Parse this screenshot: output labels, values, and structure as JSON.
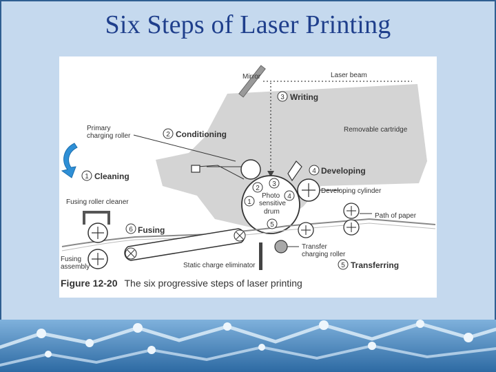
{
  "slide": {
    "title": "Six Steps of Laser Printing",
    "colors": {
      "panel": "#c5d9ee",
      "title": "#1f3f8c",
      "accent_arrow": "#2e8fd6",
      "bottom_band": "#3b76a8"
    }
  },
  "figure": {
    "label_number": "Figure 12-20",
    "caption": "The six progressive steps of laser printing",
    "labels": {
      "mirror": "Mirror",
      "laser_beam": "Laser beam",
      "writing": "Writing",
      "primary_charging_roller_1": "Primary",
      "primary_charging_roller_2": "charging roller",
      "conditioning": "Conditioning",
      "removable_cartridge": "Removable cartridge",
      "cleaning": "Cleaning",
      "developing": "Developing",
      "developing_cylinder": "Developing cylinder",
      "fusing_roller_cleaner": "Fusing roller cleaner",
      "photo": "Photo",
      "sensitive": "sensitive",
      "drum": "drum",
      "path_of_paper": "Path of paper",
      "fusing": "Fusing",
      "transfer_1": "Transfer",
      "transfer_2": "charging roller",
      "fusing_assembly_1": "Fusing",
      "fusing_assembly_2": "assembly",
      "static_charge_eliminator": "Static charge eliminator",
      "transferring": "Transferring"
    },
    "step_numbers": {
      "writing": "3",
      "conditioning": "2",
      "cleaning": "1",
      "developing": "4",
      "fusing": "6",
      "transferring": "5",
      "drum_2": "2",
      "drum_3": "3",
      "drum_4": "4",
      "drum_1": "1",
      "drum_5": "5"
    }
  }
}
